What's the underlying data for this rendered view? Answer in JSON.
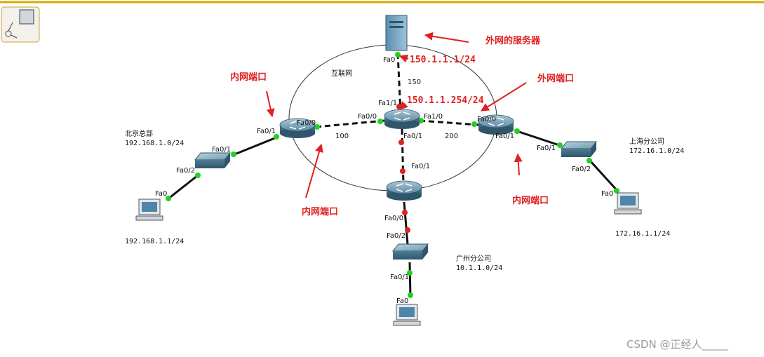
{
  "colors": {
    "annotation": "#e02020",
    "link": "#111111",
    "port_up": "#22d022",
    "port_down": "#e02020"
  },
  "cloud_label": "互联网",
  "link_costs": {
    "hq": "100",
    "shanghai": "200",
    "server": "150"
  },
  "annotations": {
    "server": "外网的服务器",
    "server_ip": "150.1.1.1/24",
    "isp_ip": "150.1.1.254/24",
    "inner_top": "内网端口",
    "inner_bottom": "内网端口",
    "outer_right": "外网端口",
    "inner_right": "内网端口"
  },
  "sites": {
    "beijing": {
      "name": "北京总部",
      "subnet": "192.168.1.0/24",
      "pc_ip": "192.168.1.1/24"
    },
    "shanghai": {
      "name": "上海分公司",
      "subnet": "172.16.1.0/24",
      "pc_ip": "172.16.1.1/24"
    },
    "guangzhou": {
      "name": "广州分公司",
      "subnet": "10.1.1.0/24"
    }
  },
  "ports": {
    "server_fa0": "Fa0",
    "isp_fa1_1": "Fa1/1",
    "isp_fa0_0": "Fa0/0",
    "isp_fa1_0": "Fa1/0",
    "isp_fa0_1": "Fa0/1",
    "bj_fa0_0": "Fa0/0",
    "bj_fa0_1": "Fa0/1",
    "bj_sw_fa0_1": "Fa0/1",
    "bj_sw_fa0_2": "Fa0/2",
    "bj_pc_fa0": "Fa0",
    "sh_fa0_0": "Fa0/0",
    "sh_fa0_1": "Fa0/1",
    "sh_sw_fa0_1": "Fa0/1",
    "sh_sw_fa0_2": "Fa0/2",
    "sh_pc_fa0": "Fa0",
    "gz_fa0_1": "Fa0/1",
    "gz_fa0_0": "Fa0/0",
    "gz_sw_fa0_2": "Fa0/2",
    "gz_sw_fa0_1": "Fa0/1",
    "gz_pc_fa0": "Fa0"
  },
  "watermark": "CSDN @正经人_____"
}
